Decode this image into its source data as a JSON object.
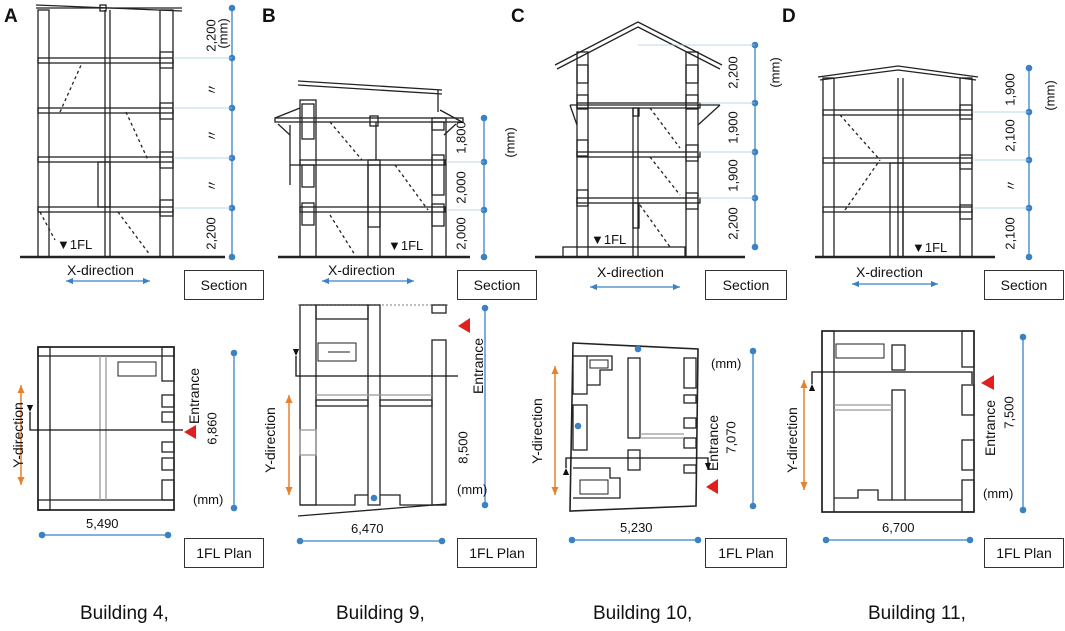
{
  "panels": [
    {
      "letter": "A",
      "caption": "Building 4,",
      "section_label": "Section",
      "plan_label": "1FL Plan",
      "x_direction": "X-direction",
      "y_direction": "Y-direction",
      "entrance": "Entrance",
      "floor_mark": "▼1FL",
      "unit": "(mm)",
      "heights": [
        "2,200",
        "〃",
        "〃",
        "〃",
        "2,200"
      ],
      "plan_width": "5,490",
      "plan_depth": "6,860",
      "plan_unit": "(mm)"
    },
    {
      "letter": "B",
      "caption": "Building 9,",
      "section_label": "Section",
      "plan_label": "1FL Plan",
      "x_direction": "X-direction",
      "y_direction": "Y-direction",
      "entrance": "Entrance",
      "floor_mark": "▼1FL",
      "unit": "(mm)",
      "heights": [
        "1,800",
        "2,000",
        "2,000"
      ],
      "plan_width": "6,470",
      "plan_depth": "8,500",
      "plan_unit": "(mm)"
    },
    {
      "letter": "C",
      "caption": "Building 10,",
      "section_label": "Section",
      "plan_label": "1FL Plan",
      "x_direction": "X-direction",
      "y_direction": "Y-direction",
      "entrance": "Entrance",
      "floor_mark": "▼1FL",
      "unit": "(mm)",
      "heights": [
        "2,200",
        "1,900",
        "1,900",
        "2,200"
      ],
      "plan_width": "5,230",
      "plan_depth": "7,070",
      "plan_unit": "(mm)"
    },
    {
      "letter": "D",
      "caption": "Building 11,",
      "section_label": "Section",
      "plan_label": "1FL Plan",
      "x_direction": "X-direction",
      "y_direction": "Y-direction",
      "entrance": "Entrance",
      "floor_mark": "▼1FL",
      "unit": "(mm)",
      "heights": [
        "1,900",
        "2,100",
        "〃",
        "2,100"
      ],
      "plan_width": "6,700",
      "plan_depth": "7,500",
      "plan_unit": "(mm)"
    }
  ],
  "colors": {
    "dimension_blue": "#3b82c4",
    "direction_orange": "#e8812c",
    "entrance_red": "#e0201e",
    "line": "#222222",
    "guide": "#9ccbe3"
  }
}
